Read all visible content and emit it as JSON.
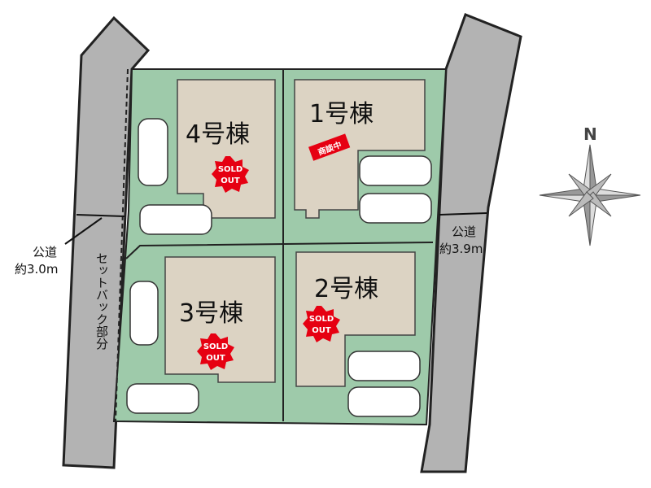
{
  "lots": [
    {
      "id": "4",
      "label": "4号棟",
      "status": "SOLD OUT"
    },
    {
      "id": "1",
      "label": "1号棟",
      "status": "商談中"
    },
    {
      "id": "3",
      "label": "3号棟",
      "status": "SOLD OUT"
    },
    {
      "id": "2",
      "label": "2号棟",
      "status": "SOLD OUT"
    }
  ],
  "sold_out_line1": "SOLD",
  "sold_out_line2": "OUT",
  "roads": {
    "left": {
      "line1": "公道",
      "line2": "約3.0m"
    },
    "right": {
      "line1": "公道",
      "line2": "約3.9m"
    }
  },
  "setback_label": "セットバック部分",
  "compass_label": "N",
  "colors": {
    "lot": "#9ecaaa",
    "building": "#dcd3c3",
    "road": "#b3b3b3",
    "sold": "#e60012"
  }
}
